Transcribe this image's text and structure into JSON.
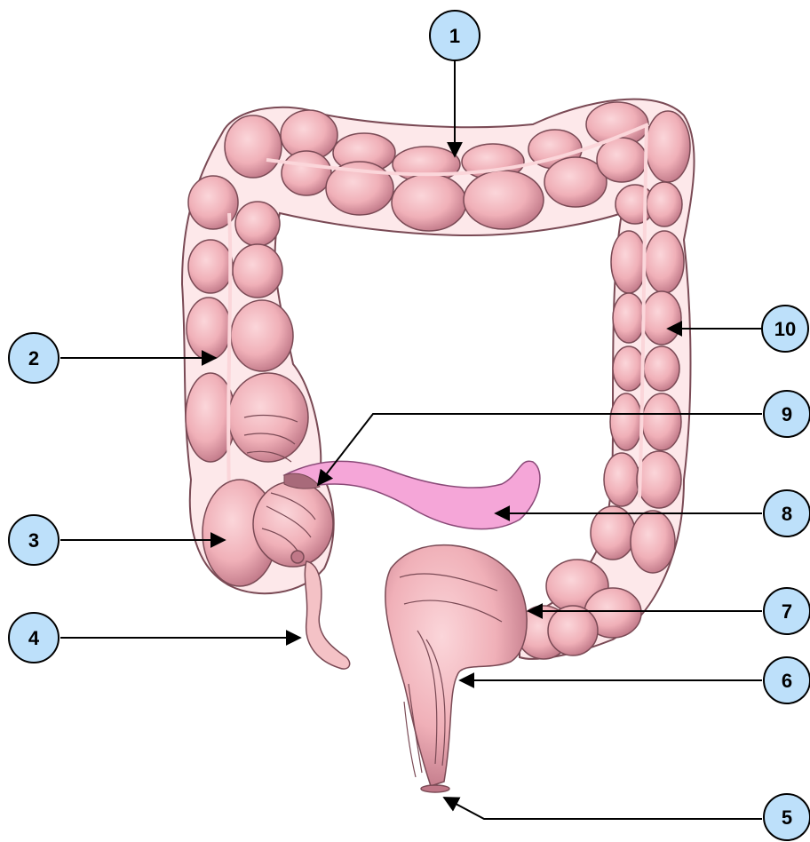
{
  "diagram": {
    "labels": [
      {
        "id": "1",
        "text": "1"
      },
      {
        "id": "2",
        "text": "2"
      },
      {
        "id": "3",
        "text": "3"
      },
      {
        "id": "4",
        "text": "4"
      },
      {
        "id": "5",
        "text": "5"
      },
      {
        "id": "6",
        "text": "6"
      },
      {
        "id": "7",
        "text": "7"
      },
      {
        "id": "8",
        "text": "8"
      },
      {
        "id": "9",
        "text": "9"
      },
      {
        "id": "10",
        "text": "10"
      }
    ],
    "colors": {
      "label_fill": "#bde0fa",
      "label_stroke": "#000000",
      "colon_fill": "#f0b0b8",
      "colon_dark": "#c07888",
      "colon_light": "#fbd6da",
      "colon_outline": "#7a4a55",
      "outer_halo": "#fde8ea",
      "small_intestine": "#f5a6d8",
      "small_intestine_stroke": "#8a4a78",
      "leader": "#000000"
    }
  }
}
